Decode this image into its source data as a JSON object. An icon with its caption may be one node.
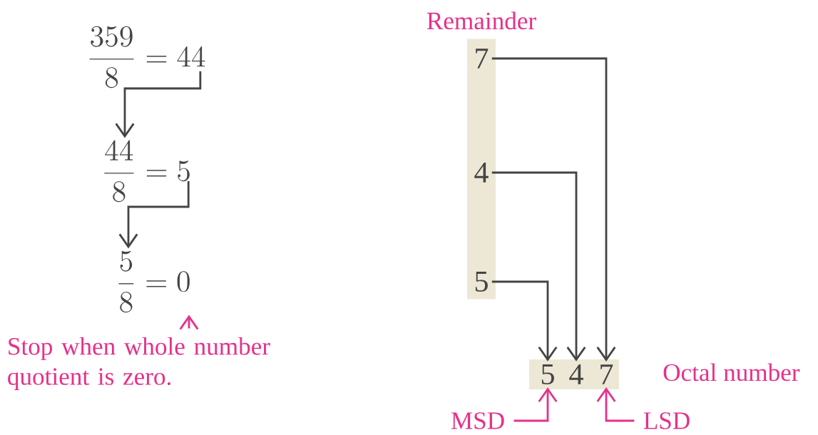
{
  "diagram": {
    "nodes": [
      {
        "text": [
          "\\frac{359}{8} = 44"
        ]
      },
      {
        "text": [
          "\\frac{44}{8} = 5"
        ]
      },
      {
        "text": [
          "\\frac{5}{8} = 0"
        ]
      },
      {
        "text": [
          "Stop when whole number quotient is zero."
        ]
      },
      {
        "text": [
          "Remainder"
        ]
      },
      {
        "text": [
          "7"
        ],
        "in": 4
      },
      {
        "text": [
          "4"
        ],
        "in": 4
      },
      {
        "text": [
          "5"
        ],
        "in": 4
      },
      {
        "text": [],
        "shape": "box",
        "beside": [
          "Octal number"
        ]
      },
      {
        "text": [
          "5"
        ],
        "in": 8
      },
      {
        "text": [
          "4"
        ],
        "in": 8
      },
      {
        "text": [
          "7"
        ],
        "in": 8
      },
      {
        "text": [
          "MSD"
        ]
      },
      {
        "text": [
          "LSD"
        ]
      }
    ],
    "edges": [
      {
        "from": 0,
        "to": 1,
        "arrow": "to"
      },
      {
        "from": 1,
        "to": 2,
        "arrow": "to"
      },
      {
        "from": 3,
        "to": 2,
        "arrow": "to",
        "color": "#e6318a"
      },
      {
        "from": 5,
        "to": 11,
        "arrow": "to"
      },
      {
        "from": 6,
        "to": 10,
        "arrow": "to"
      },
      {
        "from": 7,
        "to": 9,
        "arrow": "to"
      },
      {
        "from": 12,
        "to": 9,
        "arrow": "to",
        "color": "#e6318a"
      },
      {
        "from": 13,
        "to": 11,
        "arrow": "to",
        "color": "#e6318a"
      }
    ]
  }
}
